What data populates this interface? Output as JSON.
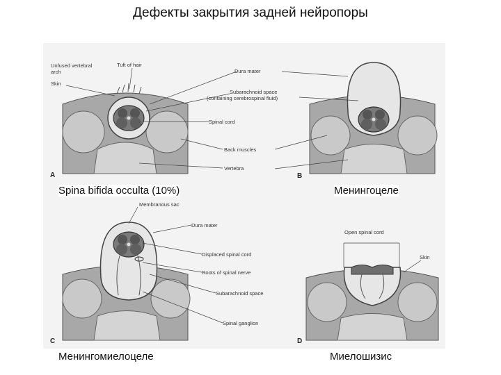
{
  "title": "Дефекты закрытия задней нейропоры",
  "panels": [
    {
      "letter": "A",
      "caption": "Spina bifida occulta (10%)"
    },
    {
      "letter": "B",
      "caption": "Менингоцеле"
    },
    {
      "letter": "C",
      "caption": "Менингомиелоцеле"
    },
    {
      "letter": "D",
      "caption": "Миелошизис"
    }
  ],
  "labels": {
    "unfused_arch": "Unfused vertebral",
    "unfused_arch_2": "arch",
    "skin_a": "Skin",
    "tuft_of_hair": "Tuft of hair",
    "dura_mater_top": "Dura mater",
    "subarachnoid_top": "Subarachnoid space",
    "subarachnoid_top_2": "(containing cerebrospinal fluid)",
    "spinal_cord": "Spinal cord",
    "back_muscles": "Back muscles",
    "vertebra": "Vertebra",
    "membranous_sac": "Membranous sac",
    "dura_mater_c": "Dura mater",
    "displaced_cord": "Displaced spinal cord",
    "roots": "Roots of spinal nerve",
    "subarachnoid_c": "Subarachnoid space",
    "spinal_ganglion": "Spinal ganglion",
    "open_cord": "Open spinal cord",
    "skin_d": "Skin"
  },
  "colors": {
    "muscle": "#9a9a9a",
    "bone": "#c8c8c8",
    "cord": "#6f6f6f",
    "background": "#f3f3f3"
  }
}
